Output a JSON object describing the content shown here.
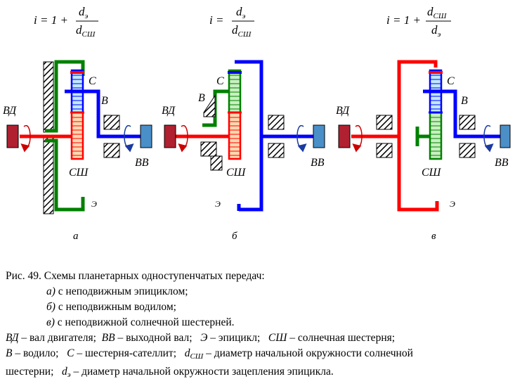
{
  "formulas": {
    "a": {
      "lhs": "i = 1 +",
      "num_base": "d",
      "num_sub": "э",
      "den_base": "d",
      "den_sub": "СШ"
    },
    "b": {
      "lhs": "i =",
      "num_base": "d",
      "num_sub": "э",
      "den_base": "d",
      "den_sub": "СШ"
    },
    "c": {
      "lhs": "i = 1 +",
      "num_base": "d",
      "num_sub": "СШ",
      "den_base": "d",
      "den_sub": "э"
    }
  },
  "labels": {
    "vd": "ВД",
    "vv": "ВВ",
    "s": "С",
    "v": "В",
    "ssh": "СШ",
    "e": "Э"
  },
  "captions": {
    "a": "а",
    "b": "б",
    "c": "в"
  },
  "text": {
    "title": "Рис. 49. Схемы планетарных одноступенчатых передач:",
    "item_a_letter": "а)",
    "item_a_text": " с неподвижным эпициклом;",
    "item_b_letter": "б)",
    "item_b_text": " с неподвижным водилом;",
    "item_c_letter": "в)",
    "item_c_text": " с неподвижной солнечной шестерней.",
    "leg_vd": "ВД",
    "leg_vd_text": " – вал двигателя;",
    "leg_vv": "ВВ",
    "leg_vv_text": " – выходной вал;",
    "leg_e": "Э",
    "leg_e_text": " – эпицикл;",
    "leg_ssh": "СШ",
    "leg_ssh_text": " – солнечная шестерня;",
    "leg_v": "В",
    "leg_v_text": " – водило;",
    "leg_s": "С",
    "leg_s_text": " – шестерня-сателлит;",
    "leg_dssh_d": "d",
    "leg_dssh_sub": "СШ",
    "leg_dssh_text": " – диаметр начальной окружности солнечной",
    "line4_start": "шестерни;",
    "leg_de_d": "d",
    "leg_de_sub": "э",
    "leg_de_text": " – диаметр начальной окружности зацепления эпицикла."
  },
  "colors": {
    "red": "#ff0000",
    "blue": "#0000ff",
    "green": "#008000",
    "gear_fill": "#ffd8b0",
    "gear_fill_green": "#c8f0c0",
    "gear_fill_blue": "#c0e8ff",
    "shaft_end_left": "#b02030",
    "shaft_end_right": "#4a8fc8",
    "hatch": "#000000",
    "arrow_left": "#cc0000",
    "arrow_right": "#1a3aa0"
  }
}
